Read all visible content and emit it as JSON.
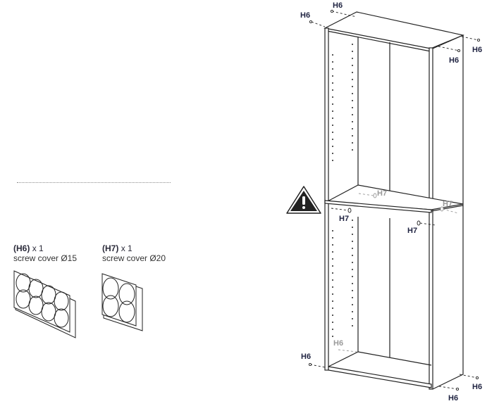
{
  "parts": [
    {
      "code": "(H6)",
      "qty": "x 1",
      "description": "screw cover Ø15",
      "covers": 8
    },
    {
      "code": "(H7)",
      "qty": "x 1",
      "description": "screw cover Ø20",
      "covers": 4
    }
  ],
  "labels": {
    "h6": "H6",
    "h7": "H7"
  },
  "warning_icon": "warning-triangle-exclamation",
  "colors": {
    "label": "#1e2240",
    "label_hidden": "#9a9a9a",
    "line": "#222222"
  }
}
